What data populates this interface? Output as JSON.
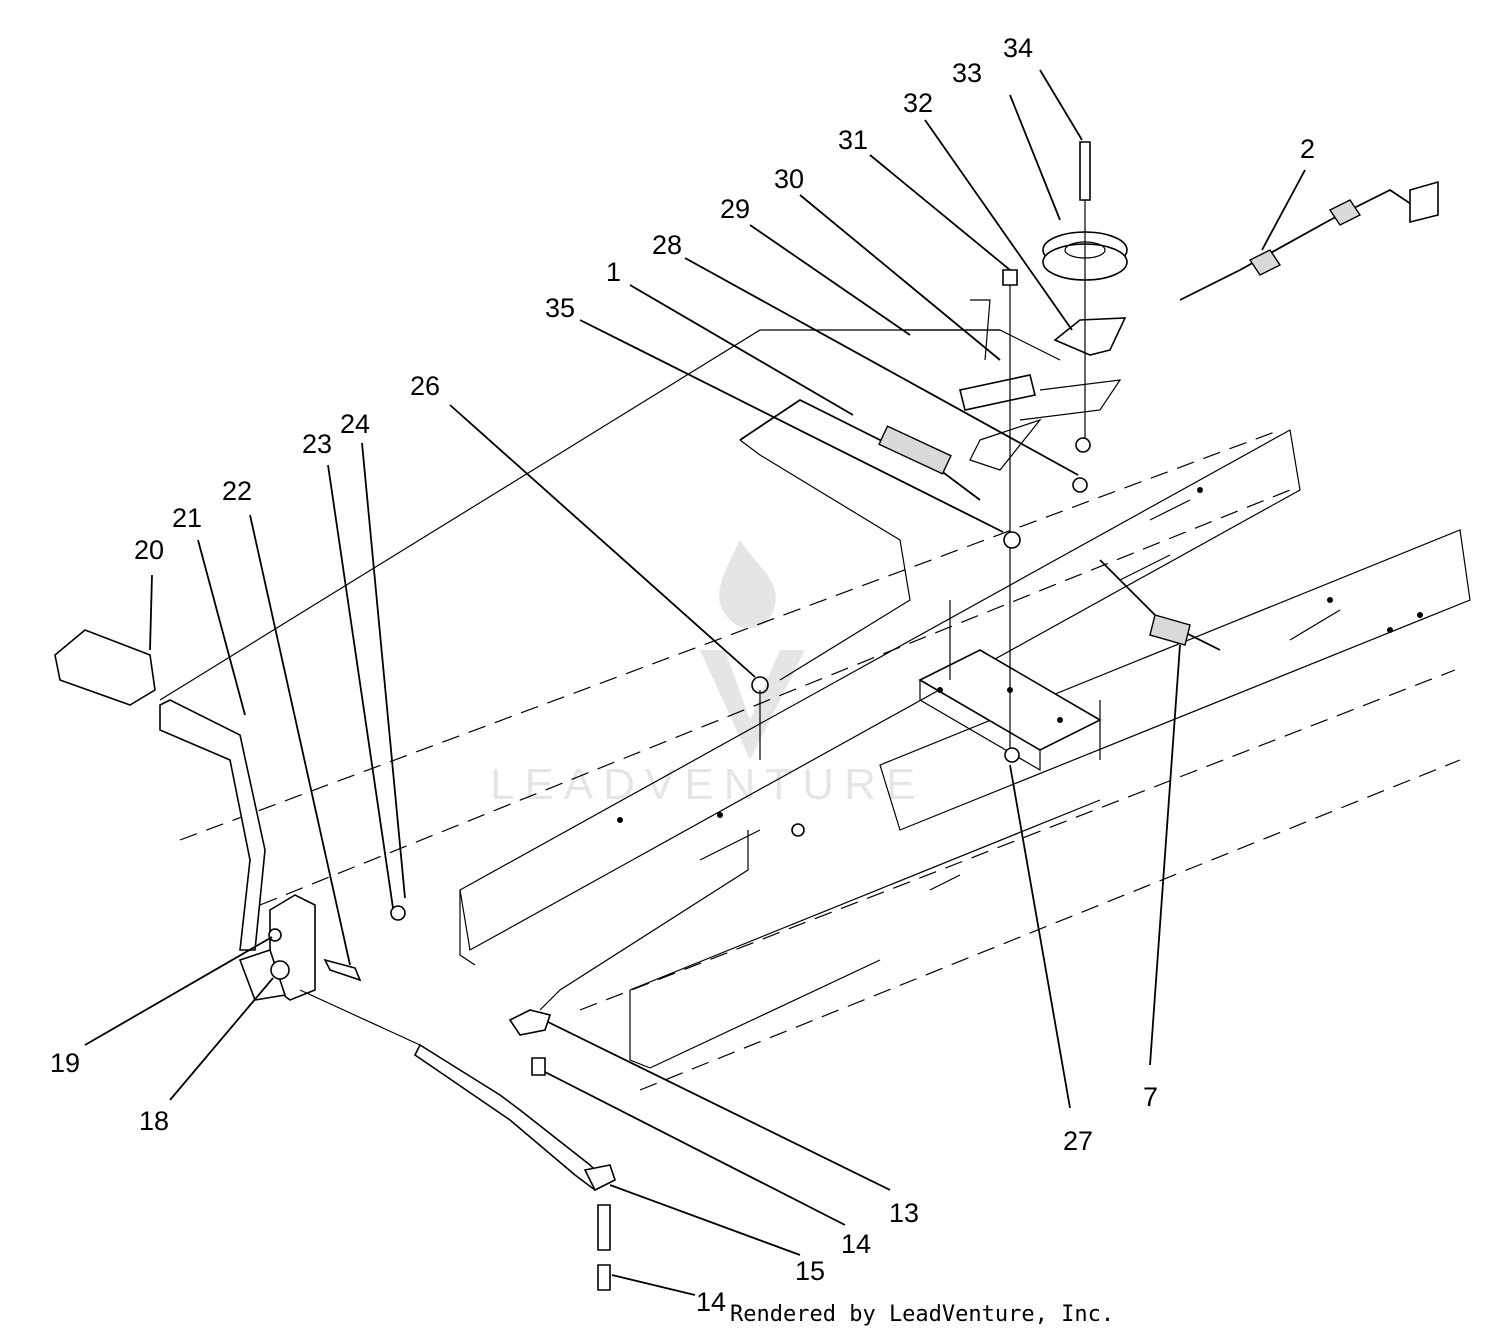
{
  "diagram": {
    "callouts": [
      "34",
      "33",
      "32",
      "31",
      "30",
      "29",
      "28",
      "2",
      "1",
      "35",
      "26",
      "23",
      "24",
      "22",
      "21",
      "20",
      "19",
      "18",
      "13",
      "14",
      "15",
      "14",
      "27",
      "7"
    ],
    "watermark": "LEADVENTURE",
    "credit": "Rendered by LeadVenture, Inc."
  }
}
